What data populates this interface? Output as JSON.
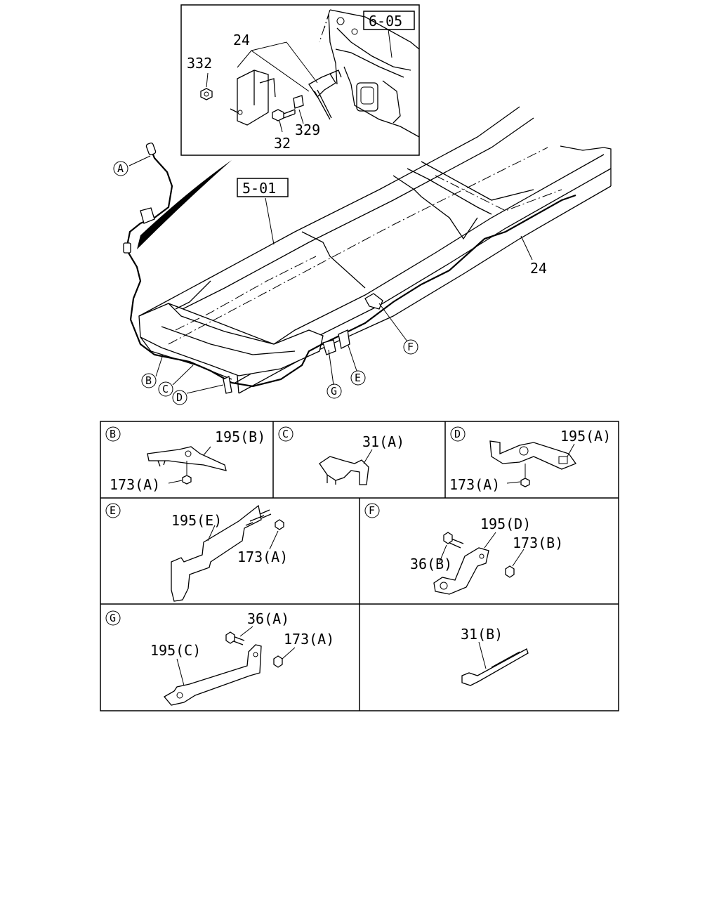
{
  "references": {
    "frame_ref": "5-01",
    "cab_ref": "6-05"
  },
  "main_labels": {
    "p24_inset": "24",
    "p332": "332",
    "p329": "329",
    "p32": "32",
    "p24_main": "24"
  },
  "detail_markers": {
    "A": "A",
    "B": "B",
    "C": "C",
    "D": "D",
    "E": "E",
    "F": "F",
    "G": "G"
  },
  "details": {
    "B": {
      "marker": "B",
      "labels": [
        "195(B)",
        "173(A)"
      ]
    },
    "C": {
      "marker": "C",
      "labels": [
        "31(A)"
      ]
    },
    "D": {
      "marker": "D",
      "labels": [
        "195(A)",
        "173(A)"
      ]
    },
    "E": {
      "marker": "E",
      "labels": [
        "195(E)",
        "173(A)"
      ]
    },
    "F": {
      "marker": "F",
      "labels": [
        "195(D)",
        "36(B)",
        "173(B)"
      ]
    },
    "G": {
      "marker": "G",
      "labels": [
        "36(A)",
        "195(C)",
        "173(A)"
      ]
    },
    "H": {
      "labels": [
        "31(B)"
      ]
    }
  }
}
